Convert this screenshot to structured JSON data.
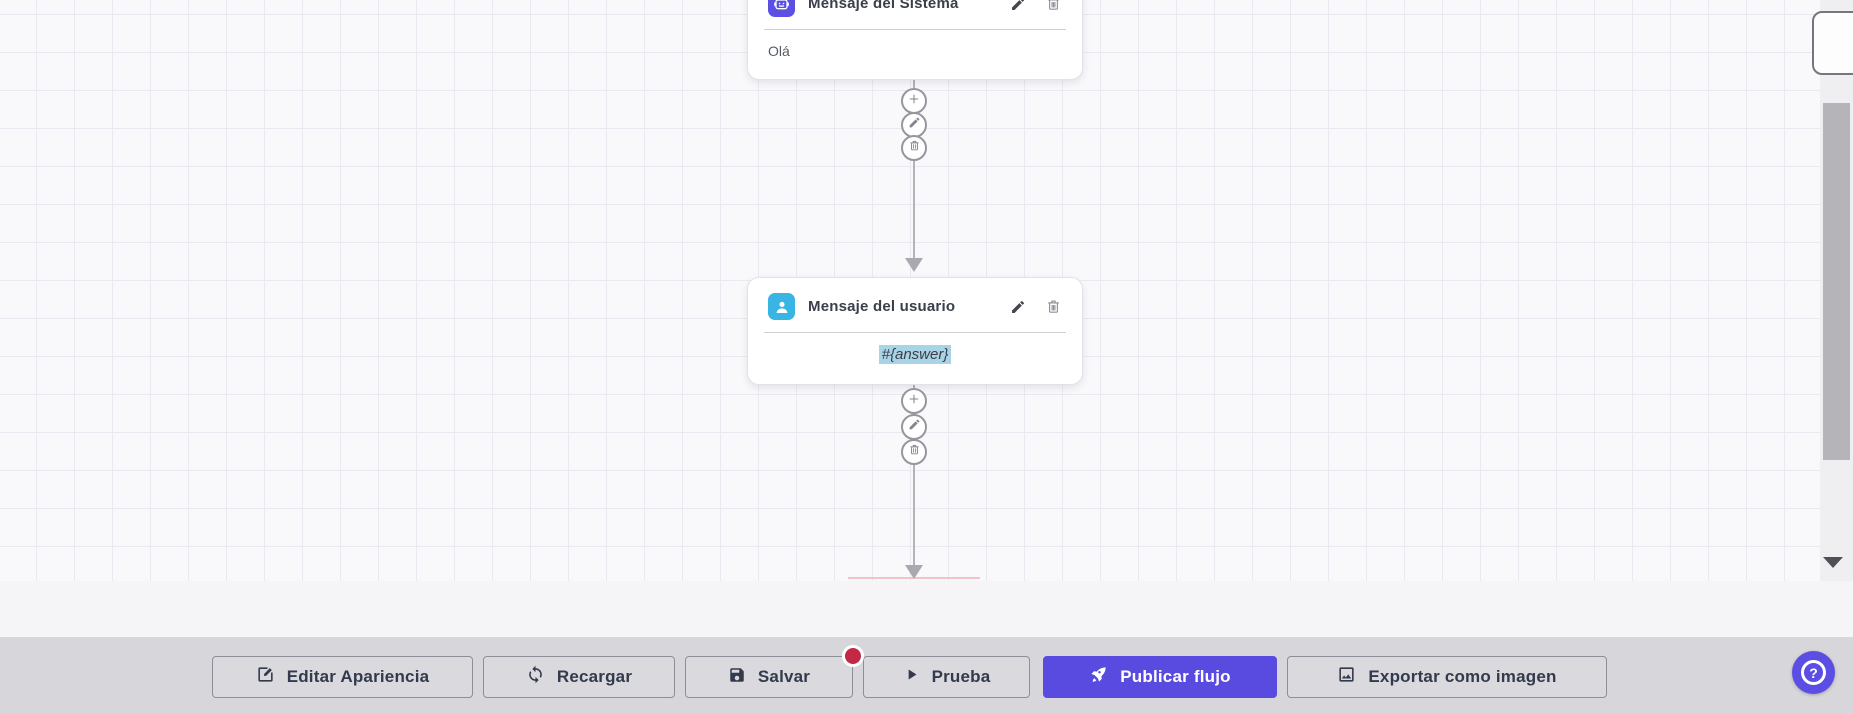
{
  "flow": {
    "nodes": [
      {
        "title": "Mensaje del Sistema",
        "body": "Olá",
        "icon": "robot-icon",
        "icon_color": "#5b50e2"
      },
      {
        "title": "Mensaje del usuario",
        "body": "#{answer}",
        "icon": "user-icon",
        "icon_color": "#38b5e2",
        "body_highlight_color": "#a9d3e6"
      }
    ],
    "node_actions": [
      "edit",
      "delete"
    ],
    "connector_actions": [
      "add",
      "edit",
      "delete"
    ]
  },
  "toolbar": {
    "buttons": [
      {
        "label": "Editar Apariencia",
        "icon": "edit-box-icon"
      },
      {
        "label": "Recargar",
        "icon": "refresh-icon"
      },
      {
        "label": "Salvar",
        "icon": "save-icon",
        "badge": true,
        "badge_color": "#c32846"
      },
      {
        "label": "Prueba",
        "icon": "play-icon"
      },
      {
        "label": "Publicar flujo",
        "icon": "rocket-icon",
        "primary": true,
        "primary_color": "#5a4be0"
      },
      {
        "label": "Exportar como imagen",
        "icon": "image-icon"
      }
    ]
  },
  "help_button": {
    "label": "?"
  },
  "colors": {
    "canvas_bg": "#f9f9fb",
    "grid_line": "#e9e9f2",
    "toolbar_bg": "#d6d6db",
    "connector": "#b3b3ba",
    "accent": "#5a4be0"
  }
}
